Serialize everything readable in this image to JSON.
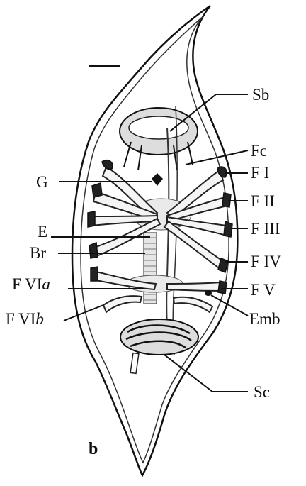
{
  "figure": {
    "panel_label": "b",
    "labels": {
      "sb": "Sb",
      "fc": "Fc",
      "g": "G",
      "f1": "F I",
      "f2": "F II",
      "e": "E",
      "f3": "F III",
      "br": "Br",
      "f4": "F IV",
      "f6a_main": "F VI",
      "f6a_suffix": "a",
      "f5": "F V",
      "f6b_main": "F VI",
      "f6b_suffix": "b",
      "emb": "Emb",
      "sc": "Sc"
    }
  }
}
